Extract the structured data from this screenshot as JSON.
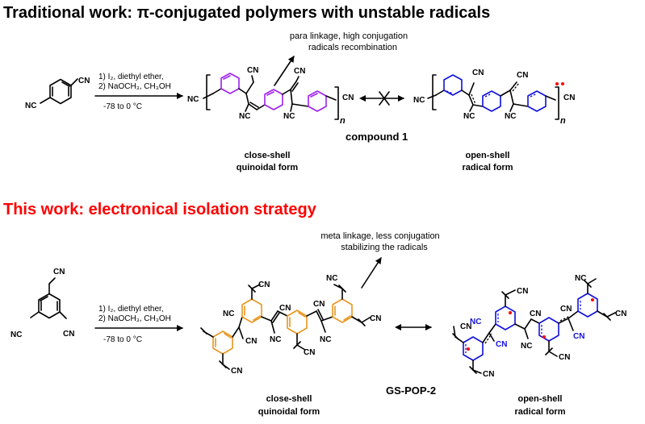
{
  "colors": {
    "black": "#000000",
    "red_header": "#ff0000",
    "purple_ring": "#a020f0",
    "orange_ring": "#e8961e",
    "blue_radical": "#1010dd",
    "radical_dot": "#ff0000"
  },
  "top": {
    "heading": "Traditional work: π-conjugated polymers with unstable radicals",
    "note": [
      "para linkage, high conjugation",
      "radicals recombination"
    ],
    "conditions": [
      "1) I₂, diethyl ether,",
      "2) NaOCH₃, CH₃OH",
      "-78 to 0 °C"
    ],
    "left_label": [
      "close-shell",
      "quinoidal form"
    ],
    "right_label": [
      "open-shell",
      "radical form"
    ],
    "compound": "compound 1",
    "cn": "CN",
    "nc": "NC",
    "n": "n"
  },
  "bottom": {
    "heading": "This work: electronical isolation strategy",
    "note": [
      "meta linkage, less conjugation",
      "stabilizing the radicals"
    ],
    "conditions": [
      "1) I₂, diethyl ether,",
      "2) NaOCH₃, CH₃OH",
      "-78 to 0 °C"
    ],
    "left_label": [
      "close-shell",
      "quinoidal form"
    ],
    "right_label": [
      "open-shell",
      "radical form"
    ],
    "compound": "GS-POP-2",
    "cn": "CN",
    "nc": "NC"
  }
}
